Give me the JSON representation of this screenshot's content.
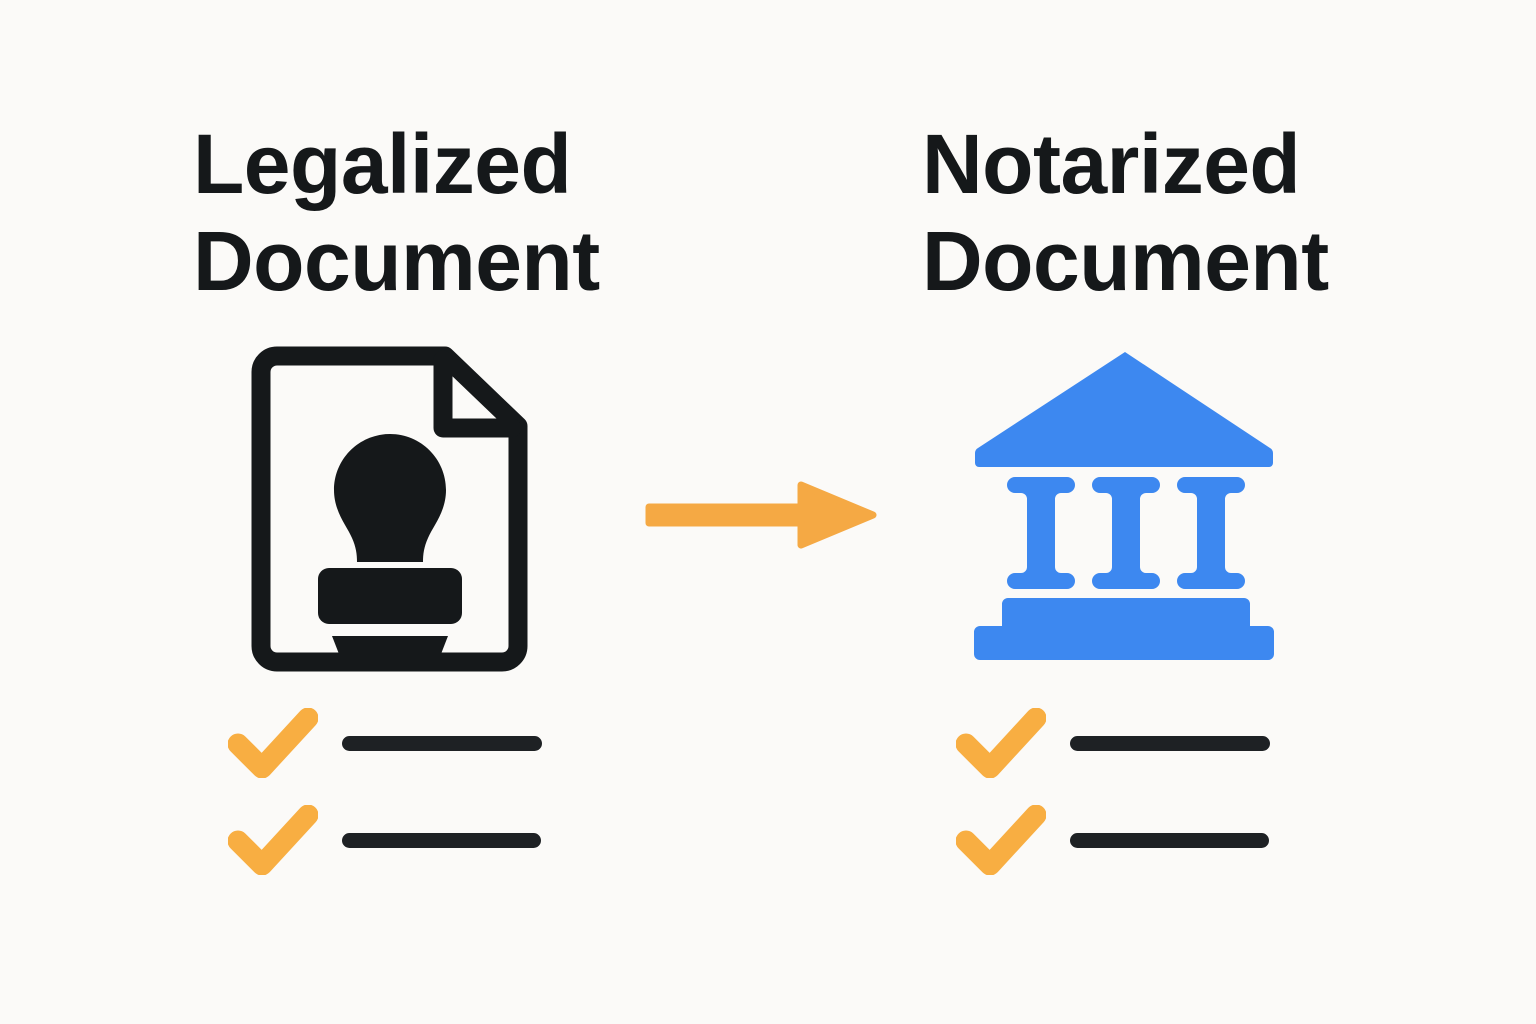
{
  "background_color": "#fbfaf8",
  "colors": {
    "heading_text": "#15181a",
    "document_outline": "#15181a",
    "stamp": "#15181a",
    "bank_blue": "#3d88f0",
    "arrow_orange": "#f5a944",
    "check_orange": "#f8ae42",
    "bar_dark": "#1e2124"
  },
  "left_panel": {
    "heading": "Legalized\nDocument",
    "heading_line_1": "Legalized",
    "heading_line_2": "Document",
    "icon": "stamped-document-icon",
    "checklist": [
      {
        "check": "check-icon",
        "bar": "redacted-line"
      },
      {
        "check": "check-icon",
        "bar": "redacted-line"
      }
    ]
  },
  "connector": {
    "icon": "right-arrow-icon",
    "direction": "right",
    "color": "#f5a944"
  },
  "right_panel": {
    "heading": "Notarized\nDocument",
    "heading_line_1": "Notarized",
    "heading_line_2": "Document",
    "icon": "bank-institution-icon",
    "checklist": [
      {
        "check": "check-icon",
        "bar": "redacted-line"
      },
      {
        "check": "check-icon",
        "bar": "redacted-line"
      }
    ]
  }
}
